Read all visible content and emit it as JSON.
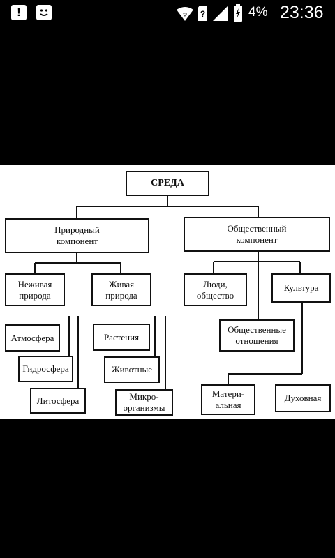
{
  "status_bar": {
    "notification_icons": [
      "alert-icon",
      "smiley-icon"
    ],
    "battery_percent": "4%",
    "time": "23:36"
  },
  "diagram": {
    "root": "СРЕДА",
    "natural": "Природный\nкомпонент",
    "social": "Общественный\nкомпонент",
    "nonliving": "Неживая\nприрода",
    "living": "Живая\nприрода",
    "atmosphere": "Атмосфера",
    "hydrosphere": "Гидросфера",
    "lithosphere": "Литосфера",
    "plants": "Растения",
    "animals": "Животные",
    "microorganisms": "Микро-\nорганизмы",
    "people": "Люди,\nобщество",
    "culture": "Культура",
    "relations": "Общественные\nотношения",
    "material": "Матери-\nальная",
    "spiritual": "Духовная"
  }
}
